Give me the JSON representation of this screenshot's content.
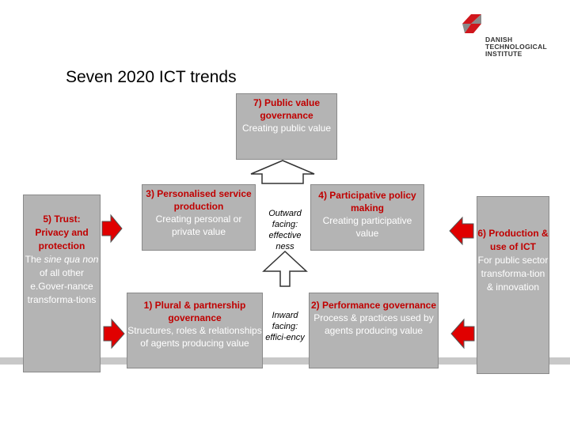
{
  "logo": {
    "line1": "DANISH",
    "line2": "TECHNOLOGICAL",
    "line3": "INSTITUTE",
    "icon": "dti-logo-mark-icon"
  },
  "title": "Seven 2020 ICT trends",
  "trends": {
    "t7": {
      "head": "7) Public value governance",
      "sub": "Creating public value"
    },
    "t3": {
      "head": "3) Personalised service production",
      "sub": "Creating personal or private value"
    },
    "t4": {
      "head": "4) Participative policy making",
      "sub": "Creating participative value"
    },
    "t1": {
      "head": "1) Plural & partnership governance",
      "sub": "Structures, roles & relationships of agents producing value"
    },
    "t2": {
      "head": "2) Performance governance",
      "sub": "Process & practices used by agents producing value"
    },
    "t5": {
      "head1": "5) Trust:",
      "head2": "Privacy and",
      "head3": "protection",
      "sub1": "The ",
      "sub_italic": "sine qua non",
      "sub2": " of all other e.Gover-nance transforma-tions"
    },
    "t6": {
      "head": "6) Production & use of ICT",
      "sub": "For public sector transforma-tion & innovation"
    }
  },
  "labels": {
    "outward": "Outward facing: effective ness",
    "inward": "Inward facing: effici-ency"
  },
  "colors": {
    "box_fill": "#b4b4b4",
    "heading_red": "#c00000",
    "arrow_red": "#e00000",
    "subtitle_white": "#ffffff"
  }
}
